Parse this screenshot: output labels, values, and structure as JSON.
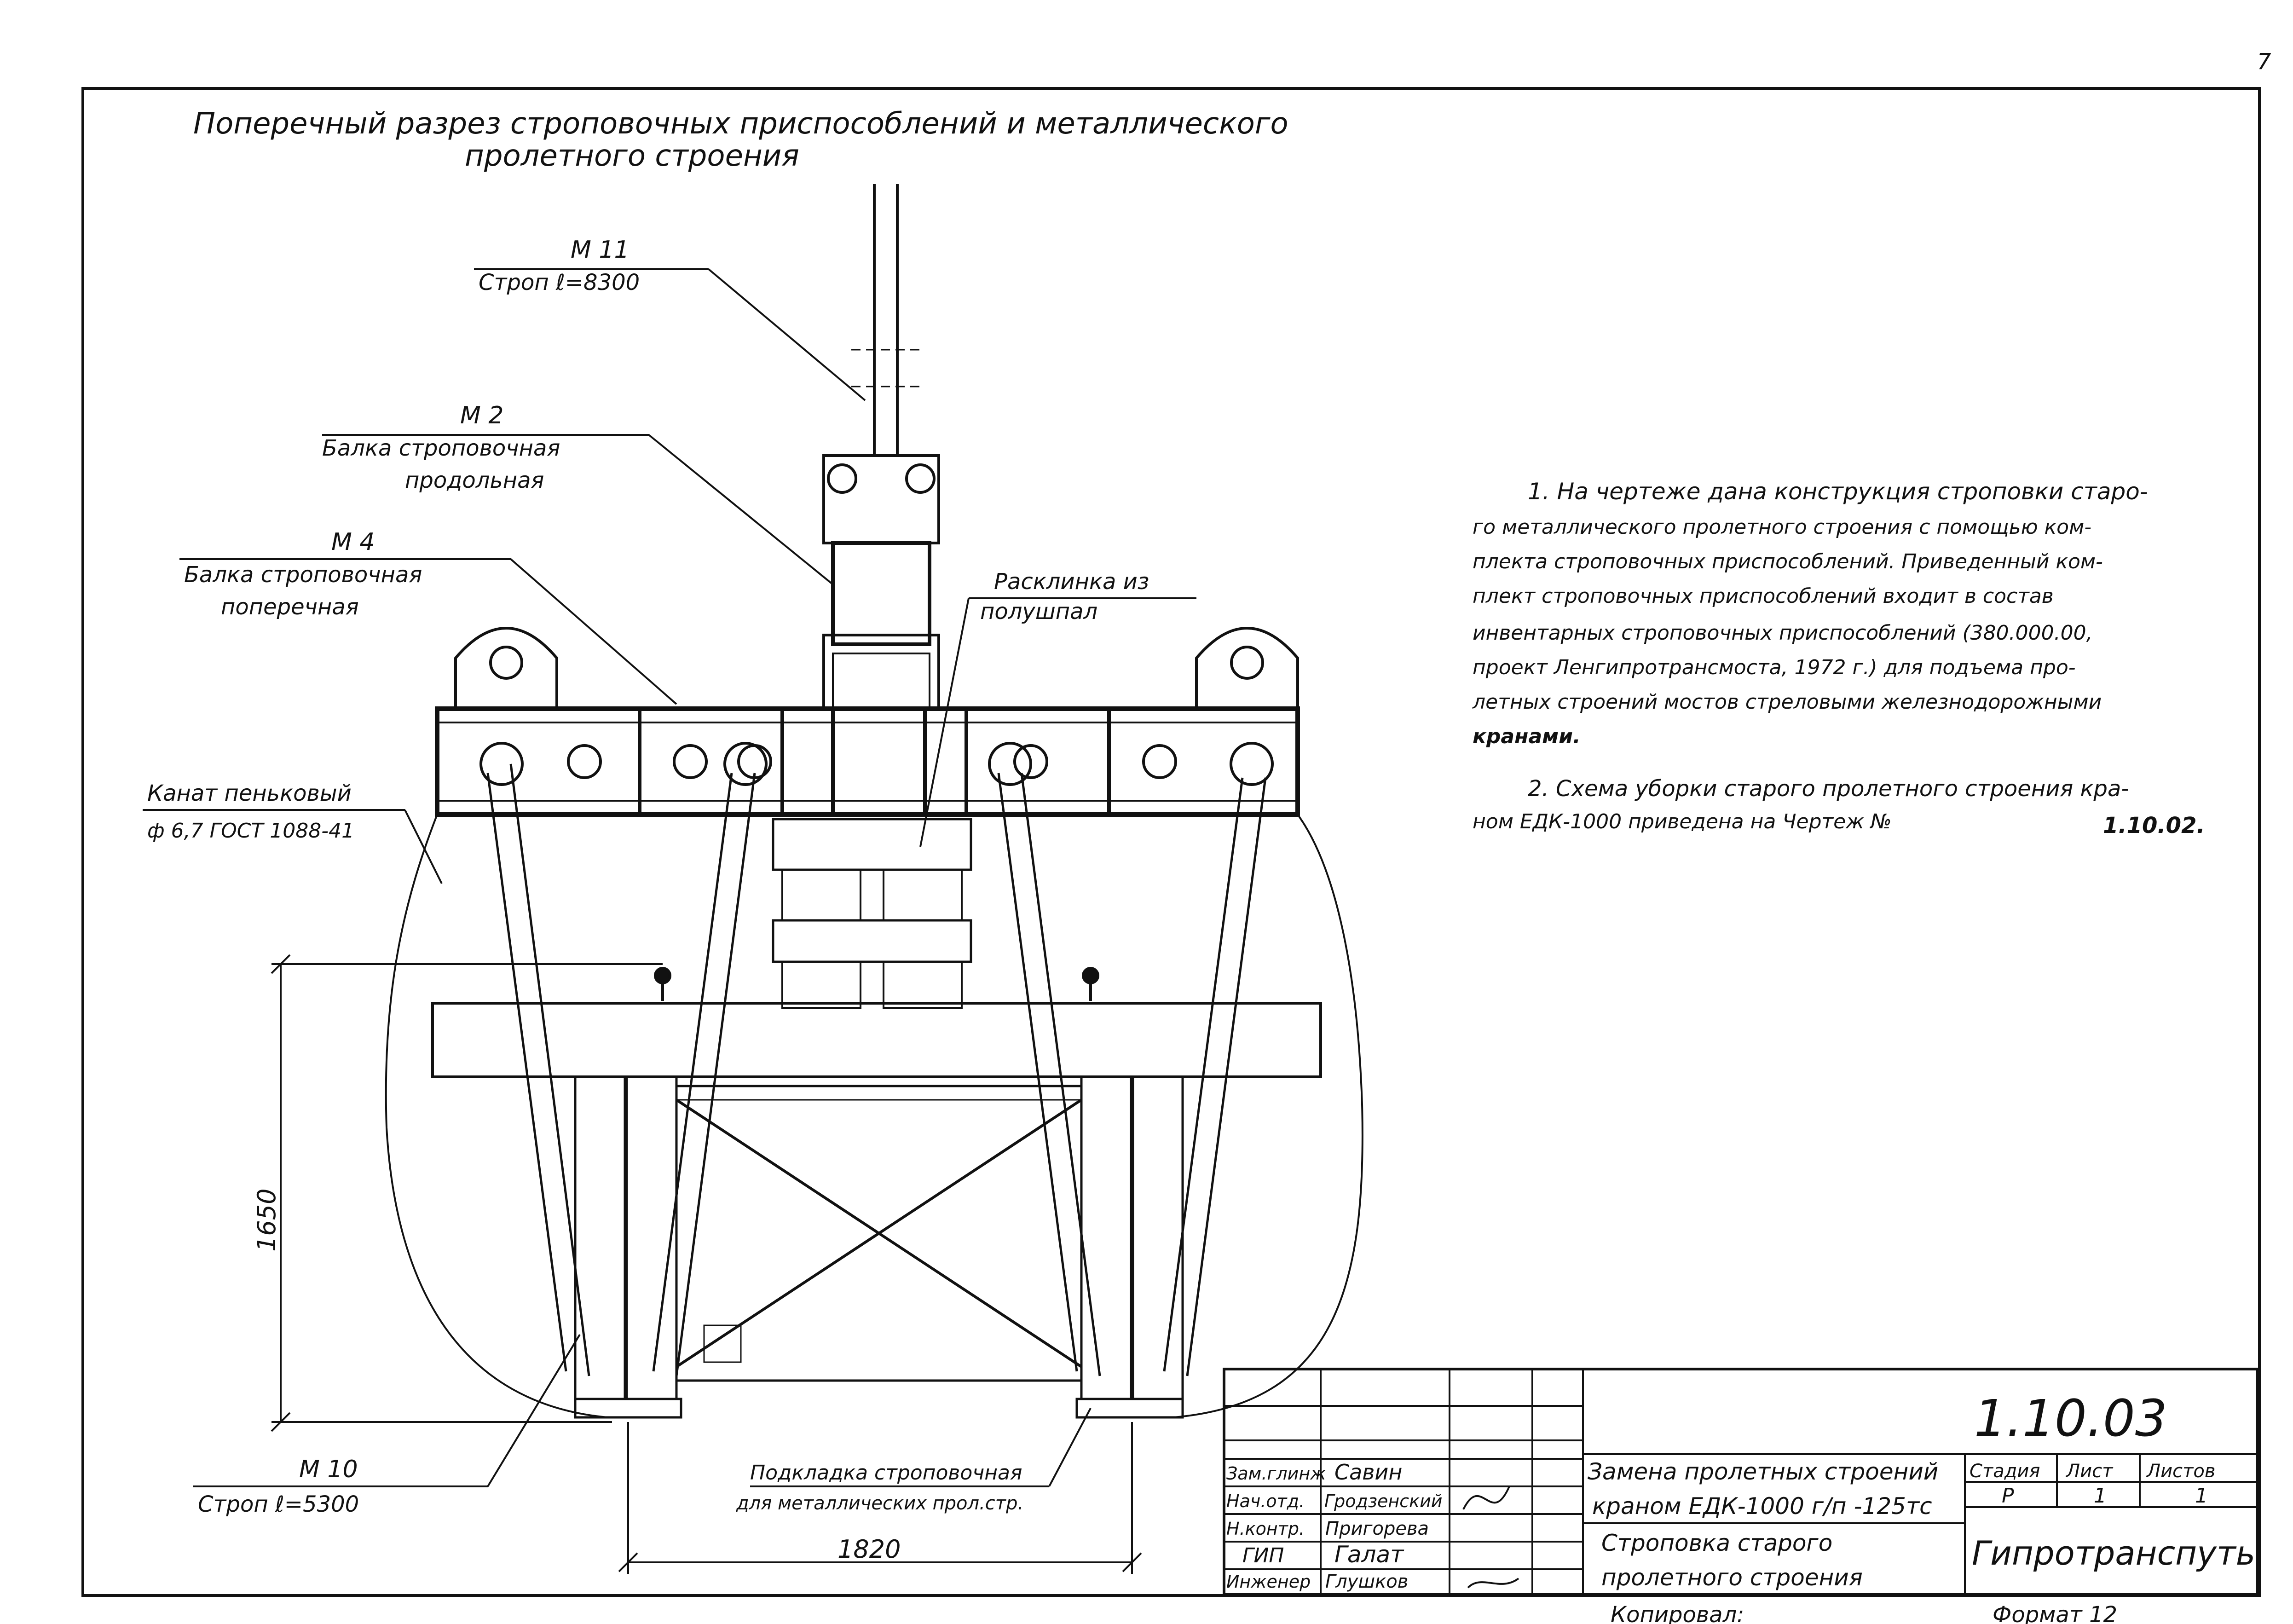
{
  "page_number": "7",
  "title_line1": "Поперечный разрез строповочных приспособлений и металлического",
  "title_line2": "пролетного строения",
  "callouts": {
    "m11_mark": "М 11",
    "m11_desc": "Строп ℓ=8300",
    "m2_mark": "М 2",
    "m2_desc1": "Балка строповочная",
    "m2_desc2": "продольная",
    "m4_mark": "М 4",
    "m4_desc1": "Балка строповочная",
    "m4_desc2": "поперечная",
    "wedge_desc1": "Расклинка из",
    "wedge_desc2": "полушпал",
    "rope_desc1": "Канат пеньковый",
    "rope_desc2": "ф 6,7 ГОСТ 1088-41",
    "m10_mark": "М 10",
    "m10_desc": "Строп ℓ=5300",
    "pad_desc1": "Подкладка строповочная",
    "pad_desc2": "для металлических прол.стр.",
    "dim_height": "1650",
    "dim_width": "1820"
  },
  "notes": [
    "1. На чертеже дана конструкция строповки старо-",
    "го металлического пролетного строения с помощью ком-",
    "плекта строповочных приспособлений. Приведенный ком-",
    "плект строповочных приспособлений входит в состав",
    "инвентарных строповочных приспособлений (380.000.00,",
    "проект Ленгипротрансмоста, 1972 г.) для подъема про-",
    "летных строений мостов стреловыми железнодорожными",
    "кранами.",
    "2. Схема уборки старого пролетного строения кра-",
    "ном ЕДК-1000 приведена на Чертеж №"
  ],
  "note_ref": "1.10.02.",
  "title_block": {
    "sheet_code": "1.10.03",
    "roles": [
      "Зам.глинж",
      "Нач.отд.",
      "Н.контр.",
      "ГИП",
      "Инженер"
    ],
    "names": [
      "Савин",
      "Гродзенский",
      "Пригорева",
      "Галат",
      "Глушков"
    ],
    "project_line1": "Замена пролетных строений",
    "project_line2": "краном ЕДК-1000 г/п -125тс",
    "drawing_line1": "Строповка старого",
    "drawing_line2": "пролетного строения",
    "stage_label": "Стадия",
    "sheet_label": "Лист",
    "sheets_label": "Листов",
    "stage_value": "Р",
    "sheet_value": "1",
    "sheets_value": "1",
    "organization": "Гипротранспуть"
  },
  "footer": {
    "copied": "Копировал:",
    "format": "Формат 12"
  }
}
